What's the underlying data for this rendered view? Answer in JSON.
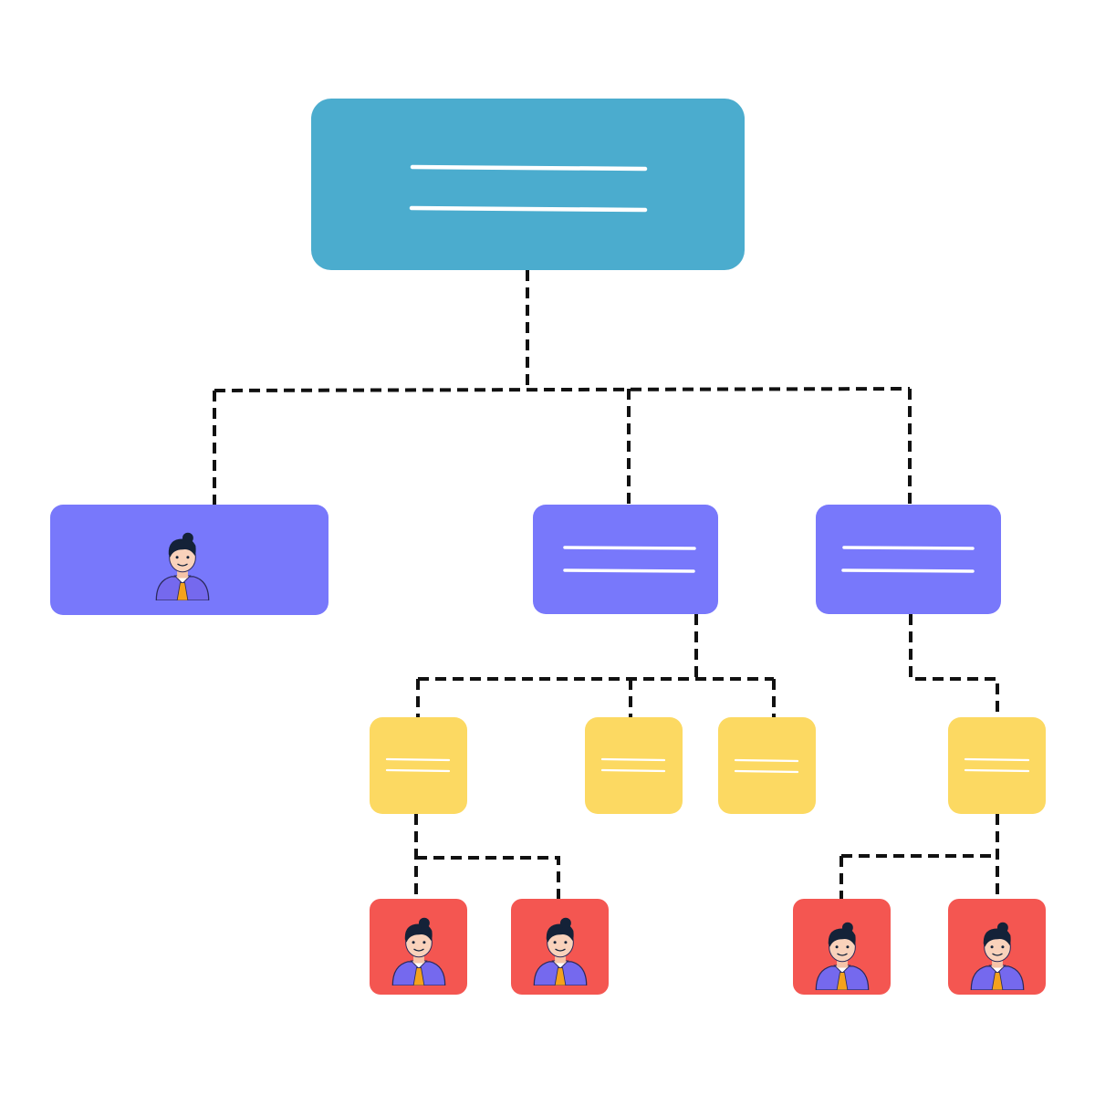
{
  "diagram": {
    "type": "org-chart",
    "colors": {
      "background": "#ffffff",
      "root": "#4bacce",
      "level_2": "#7878fb",
      "level_3": "#fcd962",
      "level_4": "#f45651",
      "connector": "#111111",
      "placeholder_line": "#ffffff"
    },
    "connector_style": "dashed",
    "nodes": [
      {
        "id": "root",
        "level": 1,
        "content": "text-placeholder",
        "lines": 2,
        "parent": null
      },
      {
        "id": "manager-left",
        "level": 2,
        "content": "avatar",
        "parent": "root"
      },
      {
        "id": "manager-middle",
        "level": 2,
        "content": "text-placeholder",
        "lines": 2,
        "parent": "root"
      },
      {
        "id": "manager-right",
        "level": 2,
        "content": "text-placeholder",
        "lines": 2,
        "parent": "root"
      },
      {
        "id": "team-1",
        "level": 3,
        "content": "text-placeholder",
        "lines": 2,
        "parent": "manager-middle"
      },
      {
        "id": "team-2",
        "level": 3,
        "content": "text-placeholder",
        "lines": 2,
        "parent": "manager-middle"
      },
      {
        "id": "team-3",
        "level": 3,
        "content": "text-placeholder",
        "lines": 2,
        "parent": "manager-middle"
      },
      {
        "id": "team-4",
        "level": 3,
        "content": "text-placeholder",
        "lines": 2,
        "parent": "manager-right"
      },
      {
        "id": "member-1",
        "level": 4,
        "content": "avatar",
        "parent": "team-1"
      },
      {
        "id": "member-2",
        "level": 4,
        "content": "avatar",
        "parent": "team-1"
      },
      {
        "id": "member-3",
        "level": 4,
        "content": "avatar",
        "parent": "team-4"
      },
      {
        "id": "member-4",
        "level": 4,
        "content": "avatar",
        "parent": "team-4"
      }
    ],
    "icons": {
      "avatar": "person-avatar-icon"
    }
  }
}
